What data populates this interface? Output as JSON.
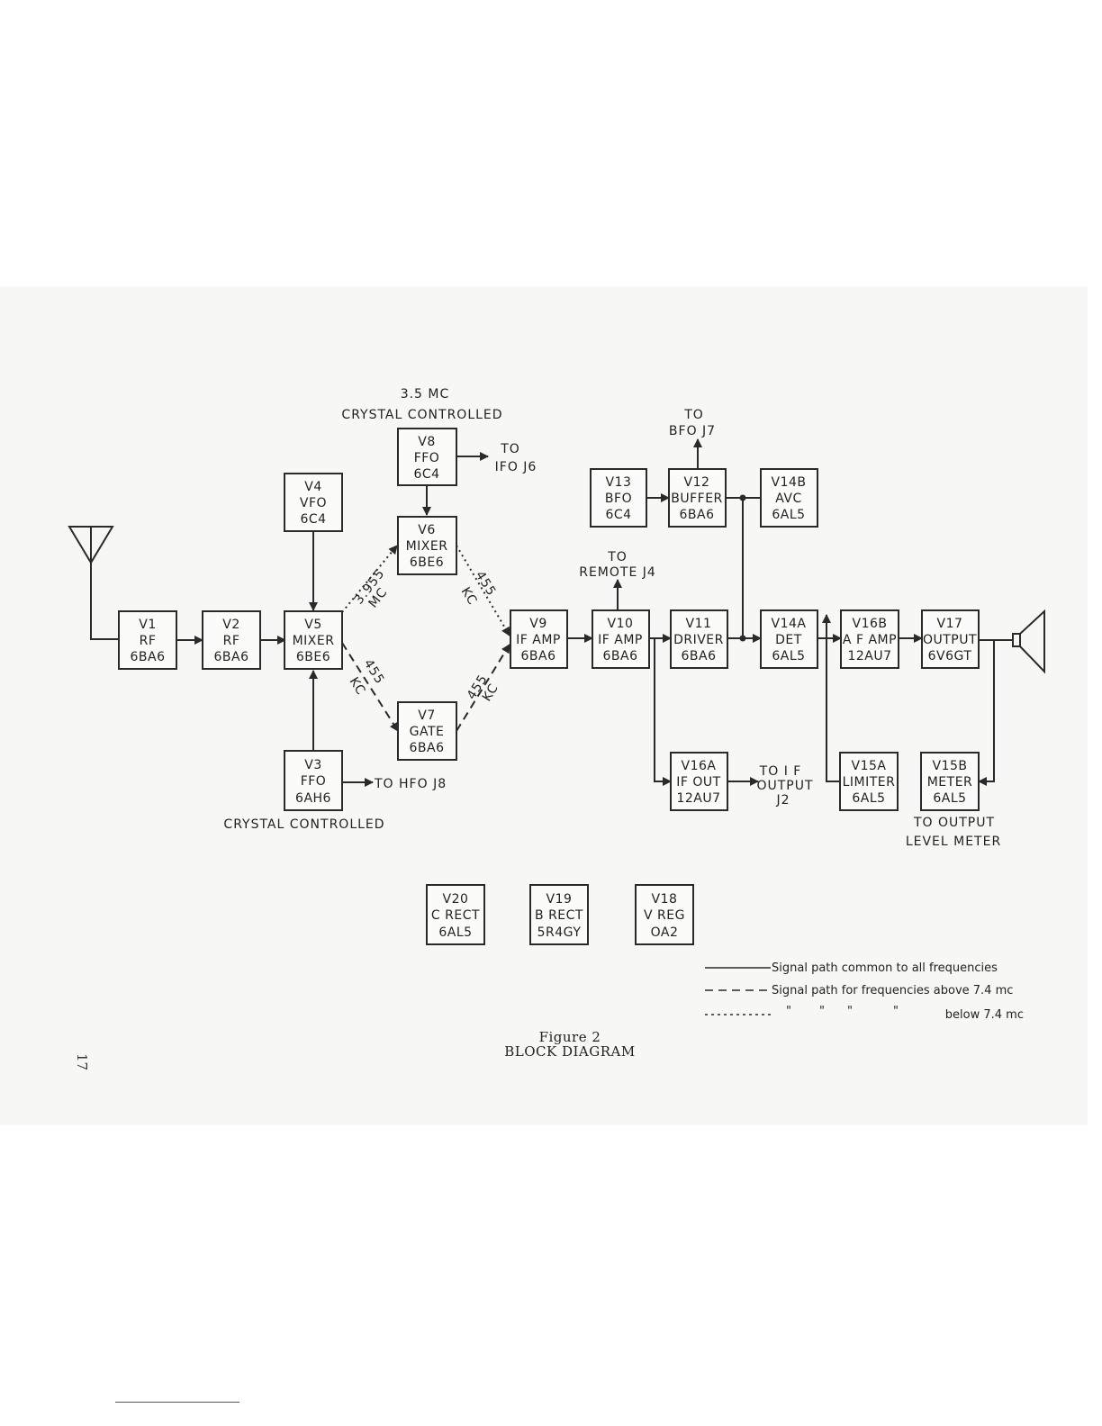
{
  "boxes": {
    "v1": [
      "V1",
      "RF",
      "6BA6"
    ],
    "v2": [
      "V2",
      "RF",
      "6BA6"
    ],
    "v4": [
      "V4",
      "VFO",
      "6C4"
    ],
    "v5": [
      "V5",
      "MIXER",
      "6BE6"
    ],
    "v3": [
      "V3",
      "FFO",
      "6AH6"
    ],
    "v8": [
      "V8",
      "FFO",
      "6C4"
    ],
    "v6": [
      "V6",
      "MIXER",
      "6BE6"
    ],
    "v7": [
      "V7",
      "GATE",
      "6BA6"
    ],
    "v9": [
      "V9",
      "IF AMP",
      "6BA6"
    ],
    "v10": [
      "V10",
      "IF AMP",
      "6BA6"
    ],
    "v11": [
      "V11",
      "DRIVER",
      "6BA6"
    ],
    "v13": [
      "V13",
      "BFO",
      "6C4"
    ],
    "v12": [
      "V12",
      "BUFFER",
      "6BA6"
    ],
    "v14b": [
      "V14B",
      "AVC",
      "6AL5"
    ],
    "v14a": [
      "V14A",
      "DET",
      "6AL5"
    ],
    "v16b": [
      "V16B",
      "A F AMP",
      "12AU7"
    ],
    "v17": [
      "V17",
      "OUTPUT",
      "6V6GT"
    ],
    "v16a": [
      "V16A",
      "IF OUT",
      "12AU7"
    ],
    "v15a": [
      "V15A",
      "LIMITER",
      "6AL5"
    ],
    "v15b": [
      "V15B",
      "METER",
      "6AL5"
    ],
    "v20": [
      "V20",
      "C RECT",
      "6AL5"
    ],
    "v19": [
      "V19",
      "B RECT",
      "5R4GY"
    ],
    "v18": [
      "V18",
      "V REG",
      "OA2"
    ]
  },
  "labels": {
    "top_freq": "3.5 MC",
    "top_crystal": "CRYSTAL CONTROLLED",
    "ifo_to": "TO",
    "ifo_j6": "IFO J6",
    "bfo_to": "TO",
    "bfo_j7": "BFO J7",
    "remote_to": "TO",
    "remote_j4": "REMOTE J4",
    "hfo_j8": "TO HFO J8",
    "bottom_crystal": "CRYSTAL CONTROLLED",
    "if_out_1": "TO I F",
    "if_out_2": "OUTPUT",
    "if_out_3": "J2",
    "level_1": "TO OUTPUT",
    "level_2": "LEVEL METER",
    "mc_3955": "3.955",
    "mc": "MC",
    "kc455_a": "455",
    "kc_a": "KC",
    "kc455_b": "455",
    "kc_b": "KC",
    "kc455_c": "455",
    "kc_c": "KC"
  },
  "legend": {
    "solid": "Signal path common to all frequencies",
    "dashed": "Signal path for frequencies above 7.4 mc",
    "ditto_1": "\"",
    "ditto_2": "\"",
    "ditto_3": "\"",
    "ditto_4": "\"",
    "dotted": "below 7.4 mc"
  },
  "caption": {
    "figure": "Figure 2",
    "title": "BLOCK DIAGRAM"
  },
  "page_number": "17"
}
